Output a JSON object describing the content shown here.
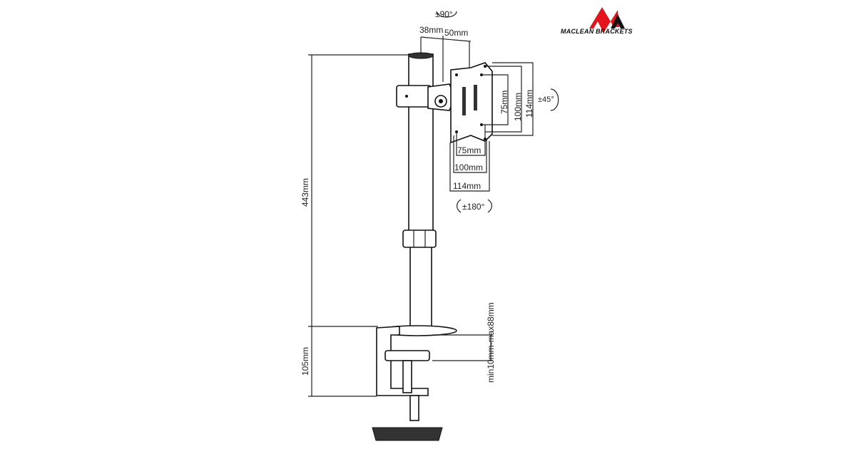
{
  "brand": {
    "name": "MACLEAN BRACKETS",
    "accent": "#e3141b"
  },
  "dimensions": {
    "tilt": "±90°",
    "offset_a": "38mm",
    "offset_b": "50mm",
    "swivel": "±45°",
    "rotation": "±180°",
    "vesa_v_75": "75mm",
    "vesa_v_100": "100mm",
    "vesa_v_114": "114mm",
    "vesa_h_75": "75mm",
    "vesa_h_100": "100mm",
    "vesa_h_114": "114mm",
    "height": "443mm",
    "clamp_height": "105mm",
    "desk_thickness": "min10mm-max88mm"
  }
}
